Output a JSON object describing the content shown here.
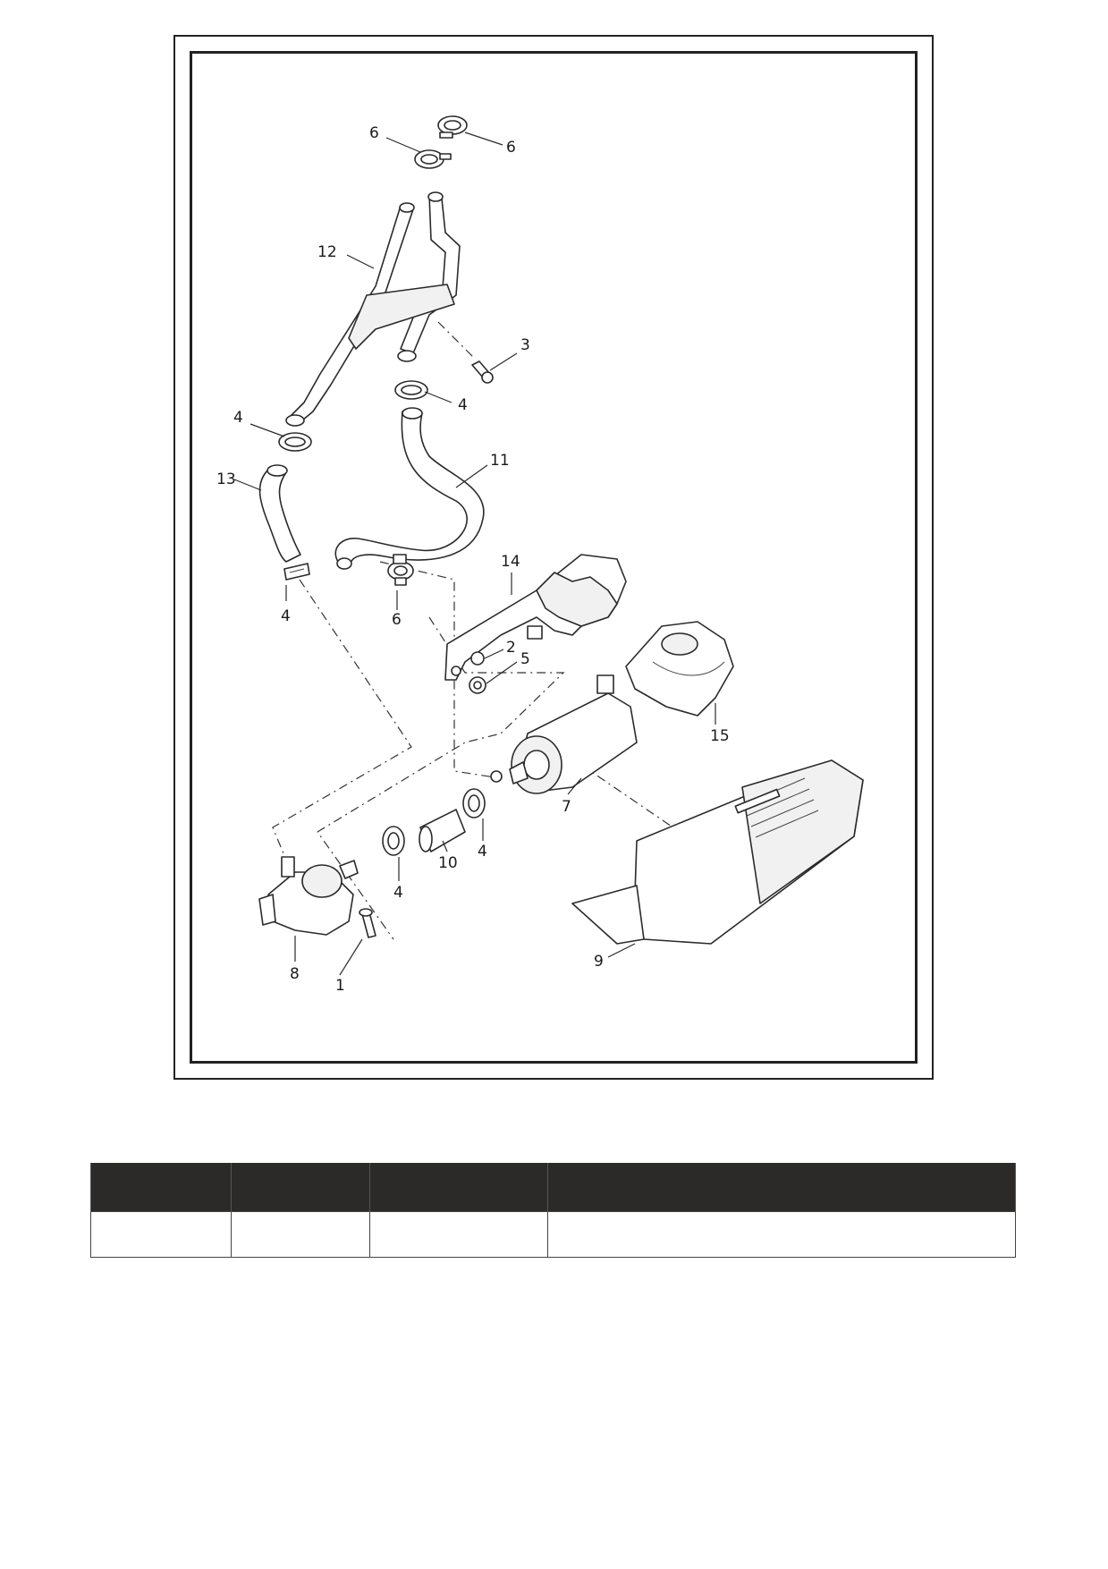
{
  "diagram": {
    "callouts": [
      {
        "id": "c6a",
        "text": "6"
      },
      {
        "id": "c6b",
        "text": "6"
      },
      {
        "id": "c12",
        "text": "12"
      },
      {
        "id": "c3",
        "text": "3"
      },
      {
        "id": "c4a",
        "text": "4"
      },
      {
        "id": "c4b",
        "text": "4"
      },
      {
        "id": "c11",
        "text": "11"
      },
      {
        "id": "c13",
        "text": "13"
      },
      {
        "id": "c14",
        "text": "14"
      },
      {
        "id": "c4c",
        "text": "4"
      },
      {
        "id": "c6c",
        "text": "6"
      },
      {
        "id": "c2",
        "text": "2"
      },
      {
        "id": "c5",
        "text": "5"
      },
      {
        "id": "c15",
        "text": "15"
      },
      {
        "id": "c7",
        "text": "7"
      },
      {
        "id": "c4d",
        "text": "4"
      },
      {
        "id": "c10",
        "text": "10"
      },
      {
        "id": "c4e",
        "text": "4"
      },
      {
        "id": "c9",
        "text": "9"
      },
      {
        "id": "c8",
        "text": "8"
      },
      {
        "id": "c1",
        "text": "1"
      }
    ]
  },
  "parts_table": {
    "headers": [
      "",
      "",
      "",
      ""
    ],
    "rows": [
      [
        "",
        "",
        "",
        ""
      ]
    ]
  }
}
